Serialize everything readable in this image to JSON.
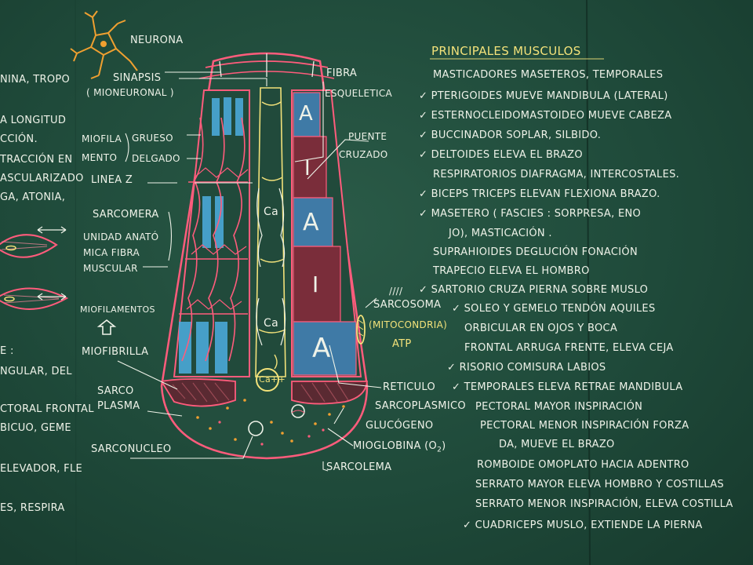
{
  "diagram": {
    "neurona": "NEURONA",
    "sinapsis": "SINAPSIS",
    "mioneuronal": "( MIONEURONAL )",
    "fibra": "FIBRA",
    "esqueletica": "ESQUELETICA",
    "miofila": "MIOFILA",
    "mento": "MENTO",
    "grueso": "GRUESO",
    "delgado": "DELGADO",
    "linea_z": "LINEA Z",
    "puente": "PUENTE",
    "cruzado": "CRUZADO",
    "sarcomera": "SARCOMERA",
    "unidad": "UNIDAD ANATÓ",
    "mica_fibra": "MICA FIBRA",
    "muscular": "MUSCULAR",
    "miofilamentos": "MIOFILAMENTOS",
    "miofibrilla": "MIOFIBRILLA",
    "sarco": "SARCO",
    "plasma": "PLASMA",
    "sarconucleo": "SARCONUCLEO",
    "sarcosoma": "SARCOSOMA",
    "mitocondria": "(MITOCONDRIA)",
    "atp": "ATP",
    "reticulo": "RETICULO",
    "sarcoplasmico": "SARCOPLASMICO",
    "glucogeno": "GLUCÓGENO",
    "mioglobina": "MIOGLOBINA (O",
    "o2_sub": "2",
    "o2_close": ")",
    "sarcolema": "SARCOLEMA",
    "ca": "Ca",
    "ca_ion": "Ca++",
    "band_a": "A",
    "band_i": "I"
  },
  "left_fragments": [
    "NINA, TROPO",
    "A LONGITUD",
    "CCIÓN.",
    "TRACCIÓN EN",
    "ASCULARIZADO",
    "GA, ATONIA,",
    "E :",
    "NGULAR, DEL",
    "CTORAL FRONTAL",
    "BICUO, GEME",
    "ELEVADOR, FLE",
    "ES, RESPIRA"
  ],
  "list": {
    "title": "PRINCIPALES MUSCULOS",
    "items": [
      "MASTICADORES MASETEROS, TEMPORALES",
      "✓ PTERIGOIDES MUEVE MANDIBULA (LATERAL)",
      "✓ ESTERNOCLEIDOMASTOIDEO MUEVE CABEZA",
      "✓ BUCCINADOR SOPLAR, SILBIDO.",
      "✓ DELTOIDES ELEVA EL BRAZO",
      "RESPIRATORIOS DIAFRAGMA, INTERCOSTALES.",
      "✓ BICEPS TRICEPS ELEVAN FLEXIONA BRAZO.",
      "✓ MASETERO ( FASCIES : SORPRESA, ENO",
      "JO), MASTICACIÓN .",
      "SUPRAHIOIDES DEGLUCIÓN FONACIÓN",
      "TRAPECIO ELEVA EL HOMBRO",
      "✓ SARTORIO CRUZA PIERNA SOBRE MUSLO",
      "✓ SOLEO Y GEMELO TENDÓN AQUILES",
      "ORBICULAR EN OJOS Y BOCA",
      "FRONTAL ARRUGA FRENTE, ELEVA CEJA",
      "✓ RISORIO COMISURA LABIOS",
      "✓ TEMPORALES ELEVA RETRAE MANDIBULA",
      "PECTORAL MAYOR INSPIRACIÓN",
      "PECTORAL MENOR INSPIRACIÓN FORZA",
      "DA, MUEVE EL BRAZO",
      "ROMBOIDE OMOPLATO HACIA ADENTRO",
      "SERRATO MAYOR ELEVA HOMBRO Y COSTILLAS",
      "SERRATO MENOR INSPIRACIÓN, ELEVA COSTILLA",
      "✓ CUADRICEPS MUSLO, EXTIENDE LA PIERNA"
    ]
  },
  "colors": {
    "board": "#1f4a3a",
    "chalk_white": "#eef2e8",
    "chalk_yellow": "#f3e27a",
    "chalk_red": "#ff5c7c",
    "chalk_blue": "#4aa9d8",
    "maroon": "#7a2d3a",
    "neuron_orange": "#f0a030"
  }
}
